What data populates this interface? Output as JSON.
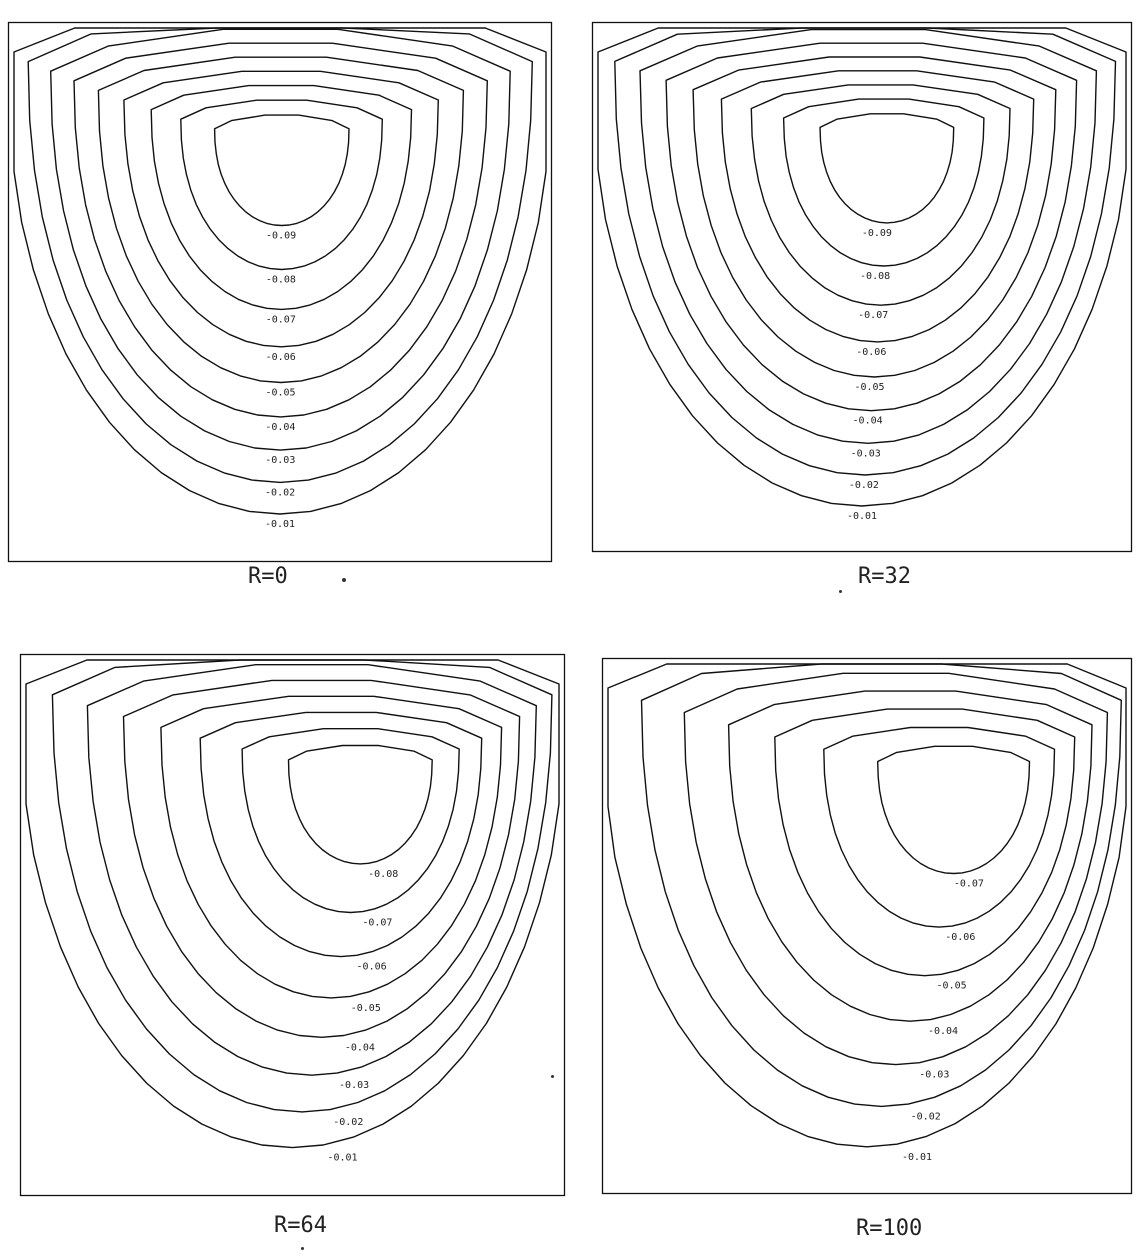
{
  "chart_data": [
    {
      "type": "contour",
      "title": "R=0",
      "levels": [
        "-0.09",
        "-0.08",
        "-0.07",
        "-0.06",
        "-0.05",
        "-0.04",
        "-0.03",
        "-0.02",
        "-0.01"
      ],
      "level_labels": [
        "-0.09",
        "-0.08",
        "-0.07",
        "-0.06",
        "-0.05",
        "-0.04",
        "-0.03",
        "-0.02",
        "-0.01"
      ]
    },
    {
      "type": "contour",
      "title": "R=32",
      "levels": [
        "-0.09",
        "-0.08",
        "-0.07",
        "-0.06",
        "-0.05",
        "-0.04",
        "-0.03",
        "-0.02",
        "-0.01"
      ],
      "level_labels": [
        "-0.09",
        "-0.08",
        "-0.07",
        "-0.06",
        "-0.05",
        "-0.04",
        "-0.03",
        "-0.02",
        "-0.01"
      ]
    },
    {
      "type": "contour",
      "title": "R=64",
      "levels": [
        "-0.08",
        "-0.07",
        "-0.06",
        "-0.05",
        "-0.04",
        "-0.03",
        "-0.02",
        "-0.01"
      ],
      "level_labels": [
        "-0.08",
        "-0.07",
        "-0.06",
        "-0.05",
        "-0.04",
        "-0.03",
        "-0.02",
        "-0.01"
      ]
    },
    {
      "type": "contour",
      "title": "R=100",
      "levels": [
        "-0.07",
        "-0.06",
        "-0.05",
        "-0.04",
        "-0.03",
        "-0.02",
        "-0.01"
      ],
      "level_labels": [
        "-0.07",
        "-0.06",
        "-0.05",
        "-0.04",
        "-0.03",
        "-0.02",
        "-0.01"
      ]
    }
  ]
}
